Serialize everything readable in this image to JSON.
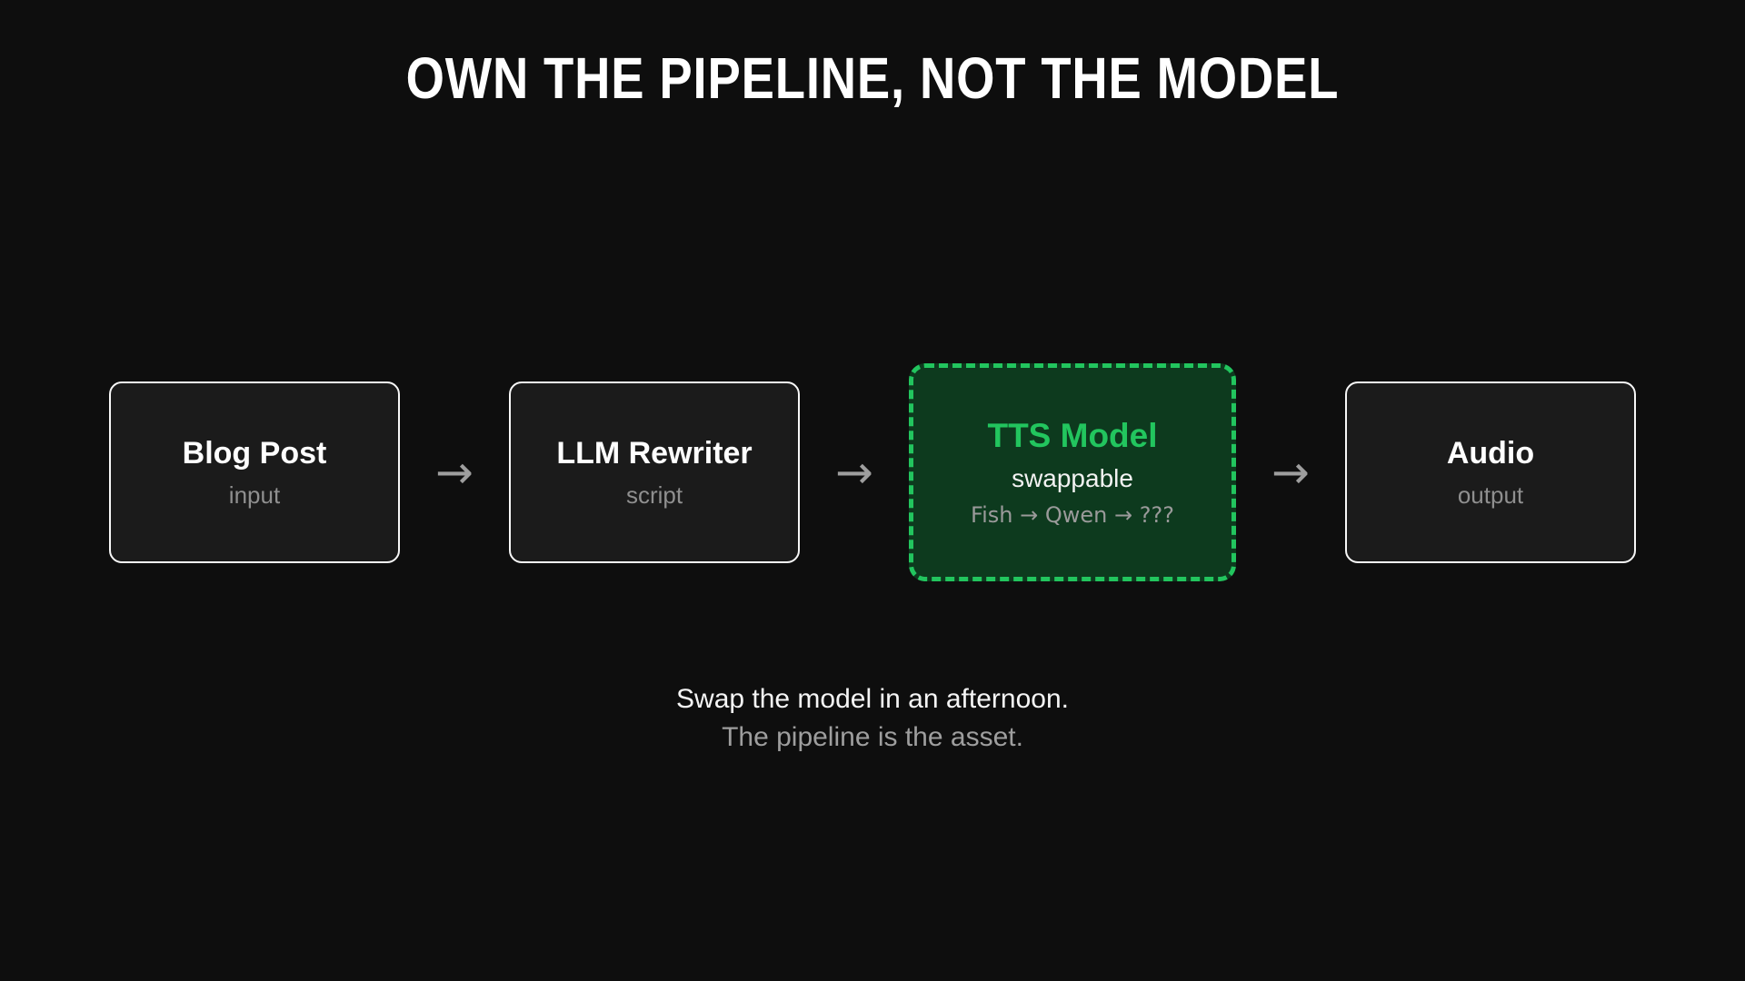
{
  "page": {
    "title": "OWN THE PIPELINE, NOT THE MODEL"
  },
  "pipeline": {
    "arrow": "→",
    "nodes": [
      {
        "title": "Blog Post",
        "subtitle": "input",
        "highlighted": false
      },
      {
        "title": "LLM Rewriter",
        "subtitle": "script",
        "highlighted": false
      },
      {
        "title": "TTS Model",
        "subtitle": "swappable",
        "detail": "Fish → Qwen → ???",
        "highlighted": true
      },
      {
        "title": "Audio",
        "subtitle": "output",
        "highlighted": false
      }
    ]
  },
  "footer": {
    "line1": "Swap the model in an afternoon.",
    "line2": "The pipeline is the asset."
  },
  "colors": {
    "background": "#0e0e0e",
    "node_background": "#1b1b1b",
    "node_border": "#f7f7f7",
    "highlight_background": "#0d3a1e",
    "accent_green": "#22c55e",
    "muted_gray": "#9e9e9e"
  }
}
